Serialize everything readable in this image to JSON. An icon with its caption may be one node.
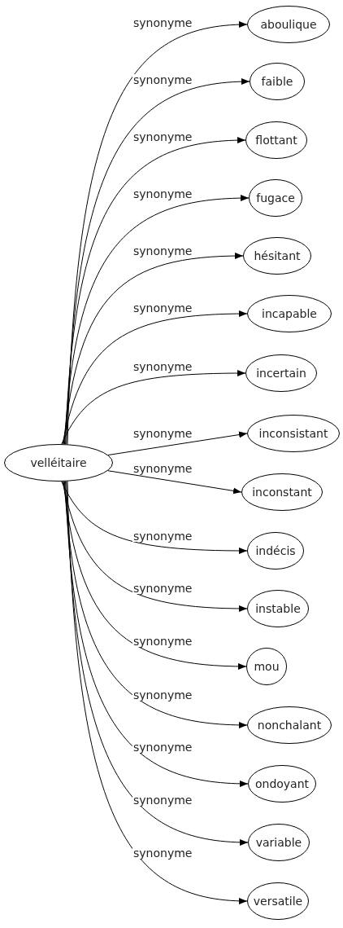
{
  "diagram": {
    "nodes": [
      {
        "text": [
          "velléitaire"
        ]
      },
      {
        "text": [
          "aboulique"
        ]
      },
      {
        "text": [
          "faible"
        ]
      },
      {
        "text": [
          "flottant"
        ]
      },
      {
        "text": [
          "fugace"
        ]
      },
      {
        "text": [
          "hésitant"
        ]
      },
      {
        "text": [
          "incapable"
        ]
      },
      {
        "text": [
          "incertain"
        ]
      },
      {
        "text": [
          "inconsistant"
        ]
      },
      {
        "text": [
          "inconstant"
        ]
      },
      {
        "text": [
          "indécis"
        ]
      },
      {
        "text": [
          "instable"
        ]
      },
      {
        "text": [
          "mou"
        ]
      },
      {
        "text": [
          "nonchalant"
        ]
      },
      {
        "text": [
          "ondoyant"
        ]
      },
      {
        "text": [
          "variable"
        ]
      },
      {
        "text": [
          "versatile"
        ]
      }
    ],
    "edges": [
      {
        "from": 0,
        "to": 1,
        "arrow": "to",
        "label": "synonyme"
      },
      {
        "from": 0,
        "to": 2,
        "arrow": "to",
        "label": "synonyme"
      },
      {
        "from": 0,
        "to": 3,
        "arrow": "to",
        "label": "synonyme"
      },
      {
        "from": 0,
        "to": 4,
        "arrow": "to",
        "label": "synonyme"
      },
      {
        "from": 0,
        "to": 5,
        "arrow": "to",
        "label": "synonyme"
      },
      {
        "from": 0,
        "to": 6,
        "arrow": "to",
        "label": "synonyme"
      },
      {
        "from": 0,
        "to": 7,
        "arrow": "to",
        "label": "synonyme"
      },
      {
        "from": 0,
        "to": 8,
        "arrow": "to",
        "label": "synonyme"
      },
      {
        "from": 0,
        "to": 9,
        "arrow": "to",
        "label": "synonyme"
      },
      {
        "from": 0,
        "to": 10,
        "arrow": "to",
        "label": "synonyme"
      },
      {
        "from": 0,
        "to": 11,
        "arrow": "to",
        "label": "synonyme"
      },
      {
        "from": 0,
        "to": 12,
        "arrow": "to",
        "label": "synonyme"
      },
      {
        "from": 0,
        "to": 13,
        "arrow": "to",
        "label": "synonyme"
      },
      {
        "from": 0,
        "to": 14,
        "arrow": "to",
        "label": "synonyme"
      },
      {
        "from": 0,
        "to": 15,
        "arrow": "to",
        "label": "synonyme"
      },
      {
        "from": 0,
        "to": 16,
        "arrow": "to",
        "label": "synonyme"
      }
    ]
  }
}
